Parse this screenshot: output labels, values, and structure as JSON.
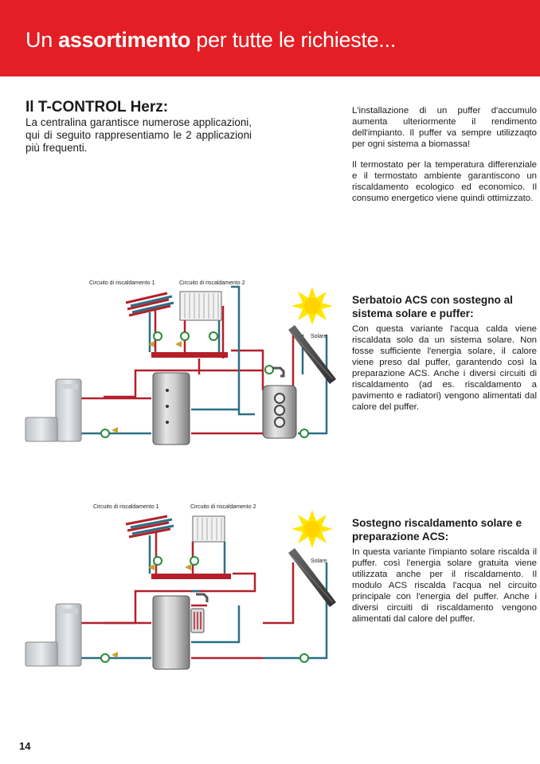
{
  "header": {
    "title_pre": "Un ",
    "title_bold": "assortimento",
    "title_post": " per tutte le richieste..."
  },
  "intro": {
    "heading": "Il T-CONTROL Herz:",
    "body": "La centralina garantisce numerose applicazioni, qui di seguito rappresentiamo le 2 applicazioni più frequenti."
  },
  "side_text": {
    "para1": "L'installazione di un puffer d'accumulo aumenta ulteriormente il rendimento dell'impianto. Il puffer va sempre utilizzaqto per ogni sistema a biomassa!",
    "para2": "Il termostato per la temperatura differenziale e il termostato ambiente garantiscono un riscaldamento ecologico ed economico. Il consumo energetico viene quindi ottimizzato."
  },
  "section1": {
    "heading": "Serbatoio ACS con sostegno al sistema solare e puffer:",
    "body": "Con questa variante l'acqua calda viene riscaldata solo da un sistema solare. Non fosse sufficiente l'energia solare, il calore viene preso dal puffer, garantendo così la preparazione ACS. Anche i diversi circuiti di riscaldamento (ad es. riscaldamento a pavimento e radiatori) vengono alimentati dal calore del puffer."
  },
  "section2": {
    "heading": "Sostegno riscaldamento solare e preparazione ACS:",
    "body": "In questa variante l'impianto solare riscalda il puffer. così l'energia solare gratuita viene utilizzata anche per il riscaldamento. Il modulo ACS riscalda l'acqua nel circuito principale con l'energia del puffer. Anche i diversi circuiti di riscaldamento vengono alimentati dal calore del puffer."
  },
  "diagram1": {
    "circuit1_label": "Circuito di riscaldamento 1",
    "circuit2_label": "Circuito di riscaldamento 2",
    "solar_label": "Solare"
  },
  "diagram2": {
    "circuit1_label": "Circuito di riscaldamento 1",
    "circuit2_label": "Circuito di riscaldamento 2",
    "solar_label": "Solare"
  },
  "footer": {
    "page_number": "14"
  },
  "colors": {
    "brand_red": "#e31e24",
    "pipe_hot": "#b3202a",
    "pipe_cold": "#2b6f86",
    "sun": "#ffe600"
  }
}
